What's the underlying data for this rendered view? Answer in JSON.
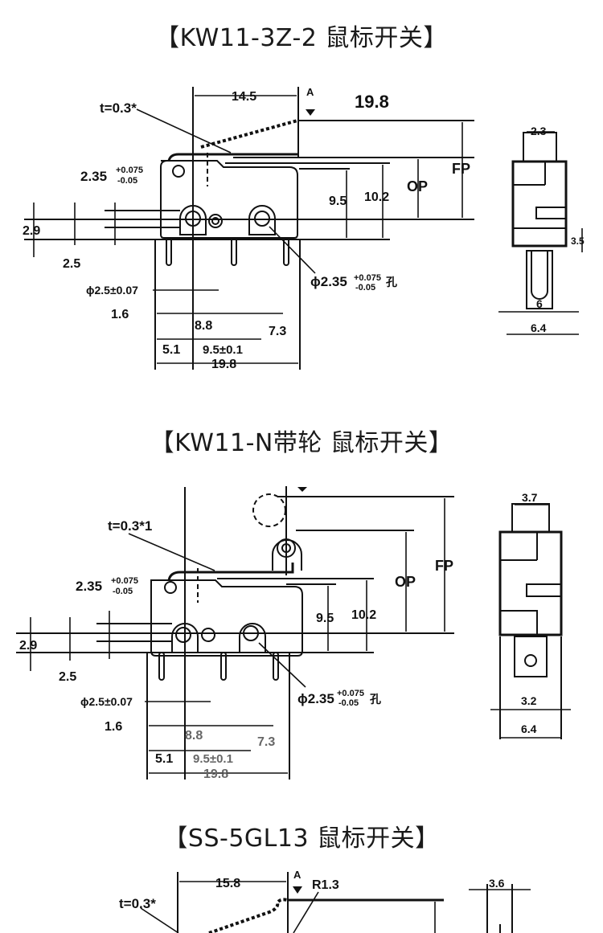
{
  "sections": [
    {
      "title": "【KW11-3Z-2 鼠标开关】",
      "labels": {
        "thickness": "t=0.3*",
        "lever_len": "14.5",
        "arrow_a": "A",
        "lever_ext": "19.8",
        "hole_dia": "2.35",
        "hole_tol_plus": "+0.075",
        "hole_tol_minus": "-0.05",
        "h1": "9.5",
        "h2": "10.2",
        "op": "OP",
        "fp": "FP",
        "pin_offset": "2.9",
        "pin_gap": "2.5",
        "mount_hole": "ϕ2.35",
        "mount_tol_plus": "+0.075",
        "mount_tol_minus": "-0.05",
        "mount_suffix": "孔",
        "pin_dia": "ϕ2.5±0.07",
        "d1": "1.6",
        "d2": "8.8",
        "d3": "7.3",
        "d4": "5.1",
        "d5": "9.5±0.1",
        "width": "19.8",
        "side_top": "2.3",
        "side_35": "3.5",
        "side_6": "6",
        "side_64": "6.4"
      }
    },
    {
      "title": "【KW11-N带轮 鼠标开关】",
      "labels": {
        "thickness": "t=0.3*1",
        "hole_dia": "2.35",
        "hole_tol_plus": "+0.075",
        "hole_tol_minus": "-0.05",
        "h1": "9.5",
        "h2": "10.2",
        "op": "OP",
        "fp": "FP",
        "pin_offset": "2.9",
        "pin_gap": "2.5",
        "mount_hole": "ϕ2.35",
        "mount_tol_plus": "+0.075",
        "mount_tol_minus": "-0.05",
        "mount_suffix": "孔",
        "pin_dia": "ϕ2.5±0.07",
        "d1": "1.6",
        "d2": "8.8",
        "d3": "7.3",
        "d4": "5.1",
        "d5": "9.5±0.1",
        "width": "19.8",
        "side_top": "3.7",
        "side_32": "3.2",
        "side_64": "6.4"
      }
    },
    {
      "title": "【SS-5GL13 鼠标开关】",
      "labels": {
        "thickness": "t=0.3*",
        "lever_len": "15.8",
        "arrow_a": "A",
        "radius": "R1.3",
        "side_top": "3.6"
      }
    }
  ]
}
